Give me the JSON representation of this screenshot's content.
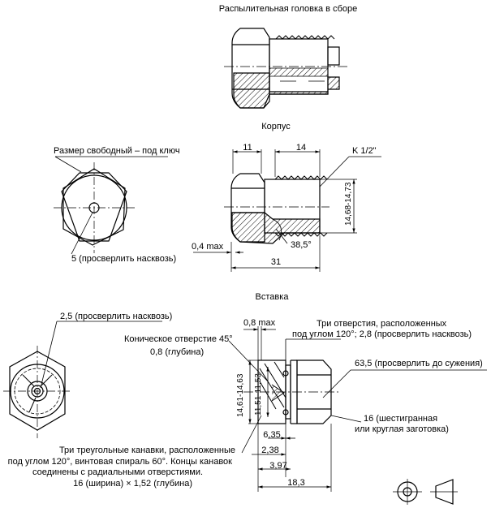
{
  "titles": {
    "assembly": "Распылительная головка в сборе",
    "body": "Корпус",
    "insert": "Вставка"
  },
  "body_labels": {
    "wrench": "Размер свободный – под ключ",
    "drill5": "5 (просверлить насквозь)",
    "dim11": "11",
    "dim14": "14",
    "thread": "K 1/2\"",
    "dia": "14,68-14,73",
    "angle": "38,5°",
    "gap": "0,4 max",
    "dim31": "31"
  },
  "insert_labels": {
    "drill25": "2,5 (просверлить насквозь)",
    "gap08": "0,8 max",
    "holes_line1": "Три отверстия, расположенных",
    "holes_line2": "под углом 120°; 2,8 (просверлить насквозь)",
    "cone_hole": "Коническое отверстие 45°",
    "depth08": "0,8 (глубина)",
    "drill635": "63,5 (просверлить до сужения)",
    "dia_outer": "14,61-14,63",
    "dia_inner": "11,51-11,53",
    "blank_line1": "16 (шестигранная",
    "blank_line2": "или круглая заготовка)",
    "dim635": "6,35",
    "dim238": "2,38",
    "dim397": "3,97",
    "dim183": "18,3",
    "grooves_line1": "Три треугольные канавки, расположенные",
    "grooves_line2": "под углом 120°, винтовая спираль 60°. Концы канавок",
    "grooves_line3": "соединены с радиальными отверстиями.",
    "grooves_line4": "16 (ширина) × 1,52 (глубина)"
  }
}
